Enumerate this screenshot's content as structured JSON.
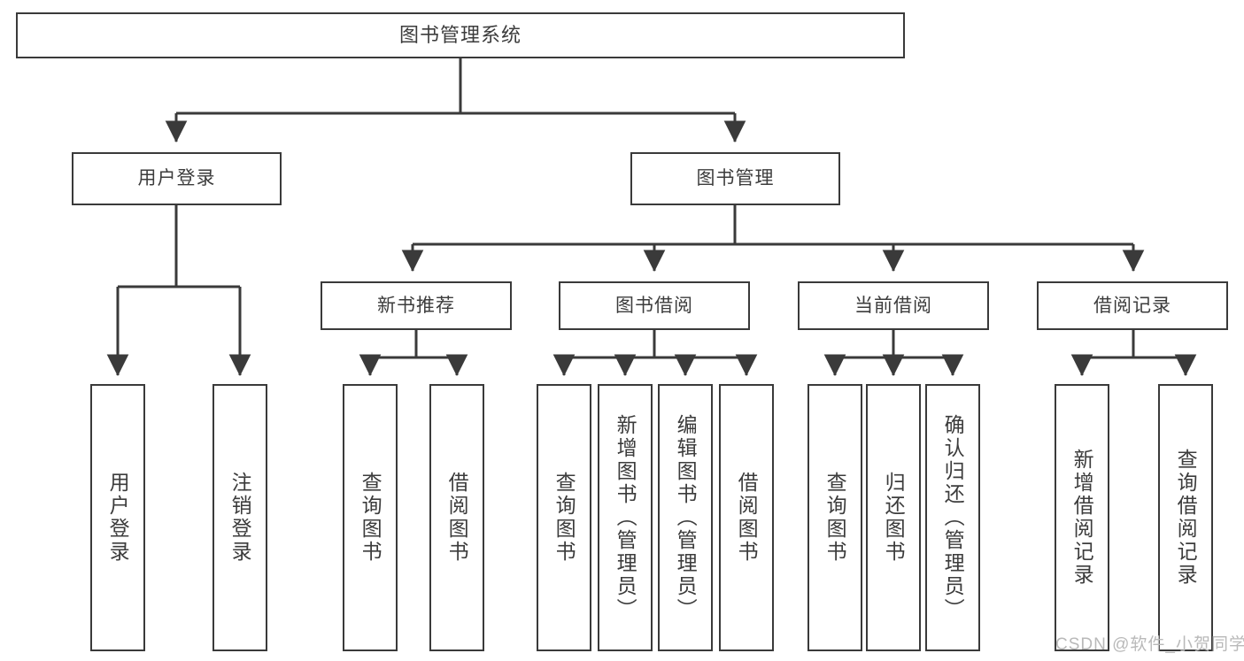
{
  "diagram": {
    "title": "图书管理系统",
    "type": "tree-hierarchy",
    "orientation": "top-down",
    "colors": {
      "box_border": "#3a3a3a",
      "box_fill": "#ffffff",
      "connector": "#3a3a3a",
      "text": "#3c3c3c",
      "watermark": "#b9b9b9",
      "background": "#ffffff"
    },
    "nodes": {
      "root": {
        "label": "图书管理系统"
      },
      "level2": [
        {
          "id": "user-login",
          "label": "用户登录"
        },
        {
          "id": "book-manage",
          "label": "图书管理"
        }
      ],
      "level3": [
        {
          "id": "new-book-rec",
          "label": "新书推荐"
        },
        {
          "id": "book-borrow",
          "label": "图书借阅"
        },
        {
          "id": "current-borrow",
          "label": "当前借阅"
        },
        {
          "id": "borrow-record",
          "label": "借阅记录"
        }
      ],
      "leaves": {
        "user_login_group": [
          {
            "id": "leaf-user-login",
            "label": "用户登录"
          },
          {
            "id": "leaf-logout",
            "label": "注销登录"
          }
        ],
        "new_book_rec_group": [
          {
            "id": "leaf-query-book-1",
            "label": "查询图书"
          },
          {
            "id": "leaf-borrow-book-1",
            "label": "借阅图书"
          }
        ],
        "book_borrow_group": [
          {
            "id": "leaf-query-book-2",
            "label": "查询图书"
          },
          {
            "id": "leaf-add-book",
            "label": "新增图书（管理员）"
          },
          {
            "id": "leaf-edit-book",
            "label": "编辑图书（管理员）"
          },
          {
            "id": "leaf-borrow-book-2",
            "label": "借阅图书"
          }
        ],
        "current_borrow_group": [
          {
            "id": "leaf-query-book-3",
            "label": "查询图书"
          },
          {
            "id": "leaf-return-book",
            "label": "归还图书"
          },
          {
            "id": "leaf-confirm-return",
            "label": "确认归还（管理员）"
          }
        ],
        "borrow_record_group": [
          {
            "id": "leaf-add-record",
            "label": "新增借阅记录"
          },
          {
            "id": "leaf-query-record",
            "label": "查询借阅记录"
          }
        ]
      }
    },
    "watermark": "CSDN @软件_小贺同学"
  }
}
